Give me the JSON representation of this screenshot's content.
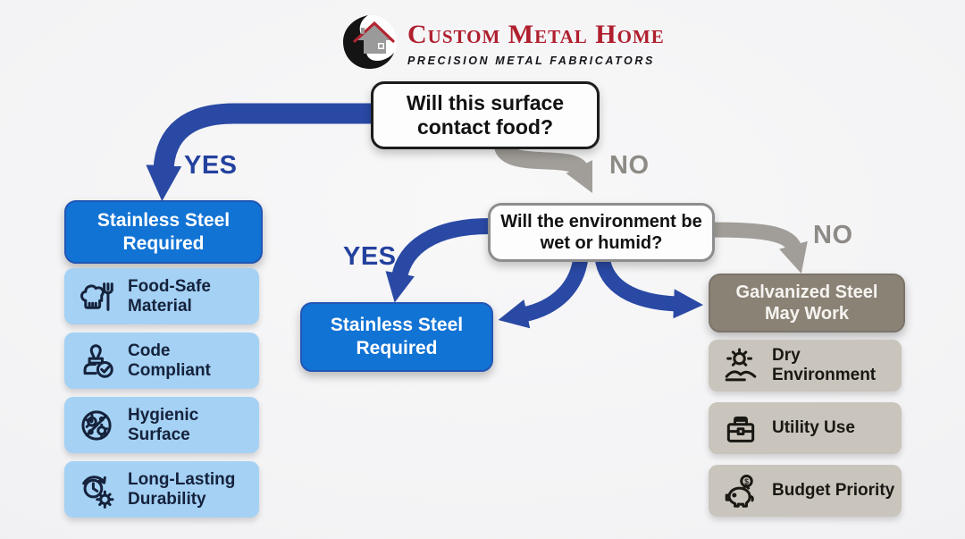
{
  "brand": {
    "name": "Custom Metal Home",
    "tagline": "PRECISION METAL FABRICATORS",
    "logo_icon": "house-swirl-logo-icon",
    "brand_color": "#b01f2e"
  },
  "colors": {
    "accent_blue": "#1173d4",
    "arrow_blue": "#2a49a4",
    "light_blue": "#a4d1f4",
    "taupe_gray": "#8b8276",
    "light_taupe": "#c9c4bc",
    "arrow_gray": "#a19d98",
    "background": "#f2f2f4"
  },
  "flow": {
    "question1": {
      "text": "Will this surface contact food?"
    },
    "question2": {
      "text": "Will the environment be wet or humid?"
    },
    "labels": {
      "yes1": "YES",
      "no1": "NO",
      "yes2": "YES",
      "no2": "NO"
    },
    "left_result": {
      "title": "Stainless Steel Required",
      "items": [
        {
          "icon": "chef-hat-fork-icon",
          "label": "Food-Safe Material"
        },
        {
          "icon": "stamp-check-icon",
          "label": "Code Compliant"
        },
        {
          "icon": "no-germs-icon",
          "label": "Hygienic Surface"
        },
        {
          "icon": "clock-gear-icon",
          "label": "Long-Lasting Durability"
        }
      ]
    },
    "center_result": {
      "title": "Stainless Steel Required"
    },
    "right_result": {
      "title": "Galvanized Steel May Work",
      "items": [
        {
          "icon": "sun-hills-icon",
          "label": "Dry Environment"
        },
        {
          "icon": "toolbox-icon",
          "label": "Utility Use"
        },
        {
          "icon": "piggy-bank-icon",
          "label": "Budget Priority"
        }
      ]
    }
  }
}
